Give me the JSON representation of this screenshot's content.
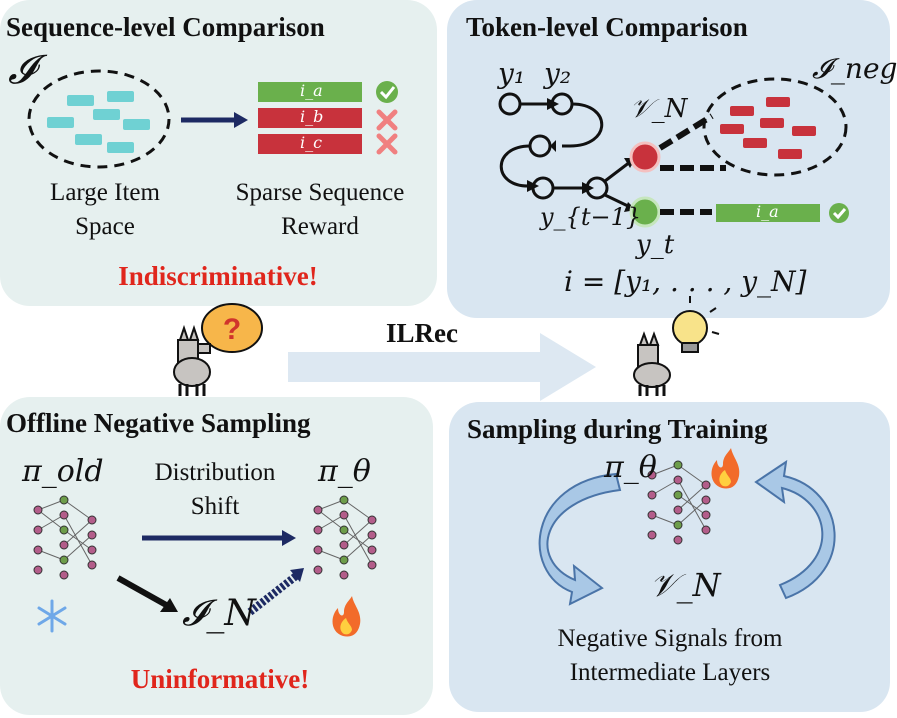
{
  "seq": {
    "title": "Sequence-level Comparison",
    "item_space_symbol": "𝓘",
    "item_space_label_1": "Large Item",
    "item_space_label_2": "Space",
    "reward_label_1": "Sparse Sequence",
    "reward_label_2": "Reward",
    "items": [
      "i_a",
      "i_b",
      "i_c"
    ],
    "verdict": "Indiscriminative!"
  },
  "tok": {
    "title": "Token-level Comparison",
    "y1": "y₁",
    "y2": "y₂",
    "yt1": "y_{t−1}",
    "yt": "y_t",
    "vn": "𝒱_N",
    "ineg": "𝓘_neg",
    "item": "i_a",
    "formula": "i = [y₁, . . . , y_N]"
  },
  "center": {
    "label": "ILRec"
  },
  "off": {
    "title": "Offline Negative Sampling",
    "pi_old": "π_old",
    "pi_theta": "π_θ",
    "shift_1": "Distribution",
    "shift_2": "Shift",
    "in": "𝓘_N",
    "verdict": "Uninformative!"
  },
  "train": {
    "title": "Sampling during Training",
    "pi_theta": "π_θ",
    "vn": "𝒱_N",
    "caption_1": "Negative Signals from",
    "caption_2": "Intermediate Layers"
  },
  "colors": {
    "panel_green": "#e6f0ef",
    "panel_blue": "#d9e6f1",
    "accent_red": "#e0261c",
    "item_green": "#6ab04c",
    "item_red": "#c8323c",
    "item_teal": "#6fd1d3",
    "arrow_navy": "#1d2a63"
  }
}
